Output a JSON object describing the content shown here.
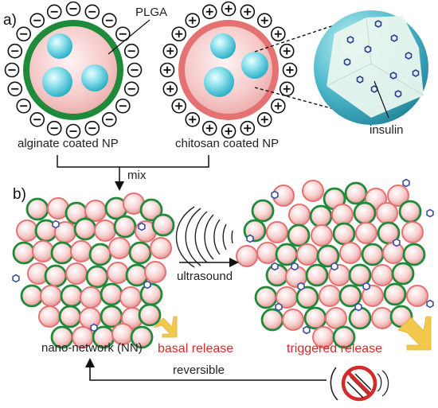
{
  "panels": {
    "a": "a)",
    "b": "b)"
  },
  "labels": {
    "plga": "PLGA",
    "alginate": "alginate coated NP",
    "chitosan": "chitosan coated NP",
    "insulin": "insulin",
    "mix": "mix",
    "ultrasound": "ultrasound",
    "nano_network": "nano-network (NN)",
    "basal_release": "basal release",
    "triggered_release": "triggered release",
    "reversible": "reversible"
  },
  "charges": {
    "negative": "⊖",
    "positive": "⊕"
  },
  "colors": {
    "alginate_shell": "#1f8a3a",
    "chitosan_shell": "#e57272",
    "np_core": "#f7cfcf",
    "plga_sphere": "#5fd0e0",
    "insulin": "#3a4fa3",
    "release_text": "#d42a2a",
    "release_arrow": "#f2c94c"
  },
  "icons": [
    "ultrasound-wave-icon",
    "no-ultrasound-icon",
    "release-arrow-icon"
  ]
}
